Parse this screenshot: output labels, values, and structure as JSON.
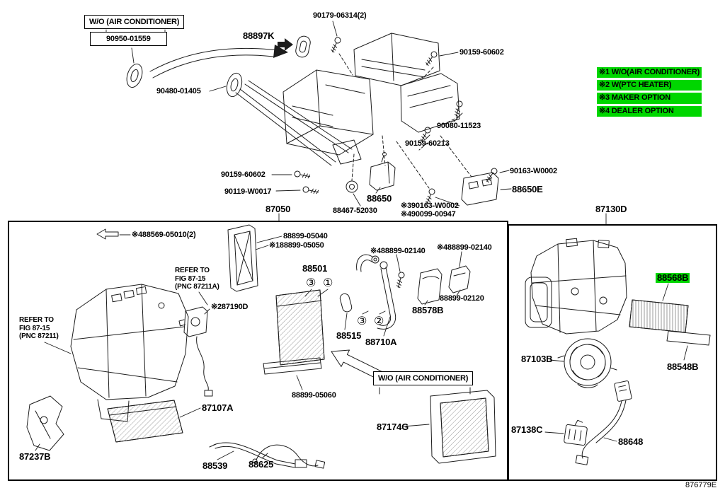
{
  "page": {
    "figure_code": "876779E",
    "highlight_color": "#00d600",
    "background": "#ffffff"
  },
  "legend": [
    "※1 W/O(AIR CONDITIONER)",
    "※2 W(PTC HEATER)",
    "※3 MAKER OPTION",
    "※4 DEALER OPTION"
  ],
  "callouts": {
    "wo_air_conditioner": "W/O (AIR CONDITIONER)",
    "n90950_01559": "90950-01559",
    "n88897K": "88897K",
    "n90179_06314": "90179-06314(2)",
    "n90159_60602": "90159-60602",
    "n90480_01405": "90480-01405",
    "n90080_11523": "90080-11523",
    "n90159_60213": "90159-60213",
    "n90119_W0017": "90119-W0017",
    "n88650": "88650",
    "n88467_52030": "88467-52030",
    "n390163_W0002": "※390163-W0002",
    "n490099_00947": "※490099-00947",
    "n90163_W0002": "90163-W0002",
    "n88650E": "88650E",
    "n87050": "87050",
    "n87130D": "87130D",
    "n488569_05010": "※488569-05010(2)",
    "n88899_05040": "88899-05040",
    "n188899_05050": "※188899-05050",
    "refer_line1": "REFER TO",
    "refer_line2": "FIG 87-15",
    "refer_a_line3": "(PNC 87211A)",
    "refer_b_line3": "(PNC 87211)",
    "n88501": "88501",
    "n287190D": "※287190D",
    "n488899_02140": "※488899-02140",
    "n88899_02120": "88899-02120",
    "n88578B": "88578B",
    "n88515": "88515",
    "n88710A": "88710A",
    "n87107A": "87107A",
    "n88899_05060": "88899-05060",
    "n87174G": "87174G",
    "n87237B": "87237B",
    "n88539": "88539",
    "n88625": "88625",
    "n88568B": "88568B",
    "n87103B": "87103B",
    "n88548B": "88548B",
    "n87138C": "87138C",
    "n88648": "88648",
    "c1": "①",
    "c2": "②",
    "c3": "③"
  }
}
